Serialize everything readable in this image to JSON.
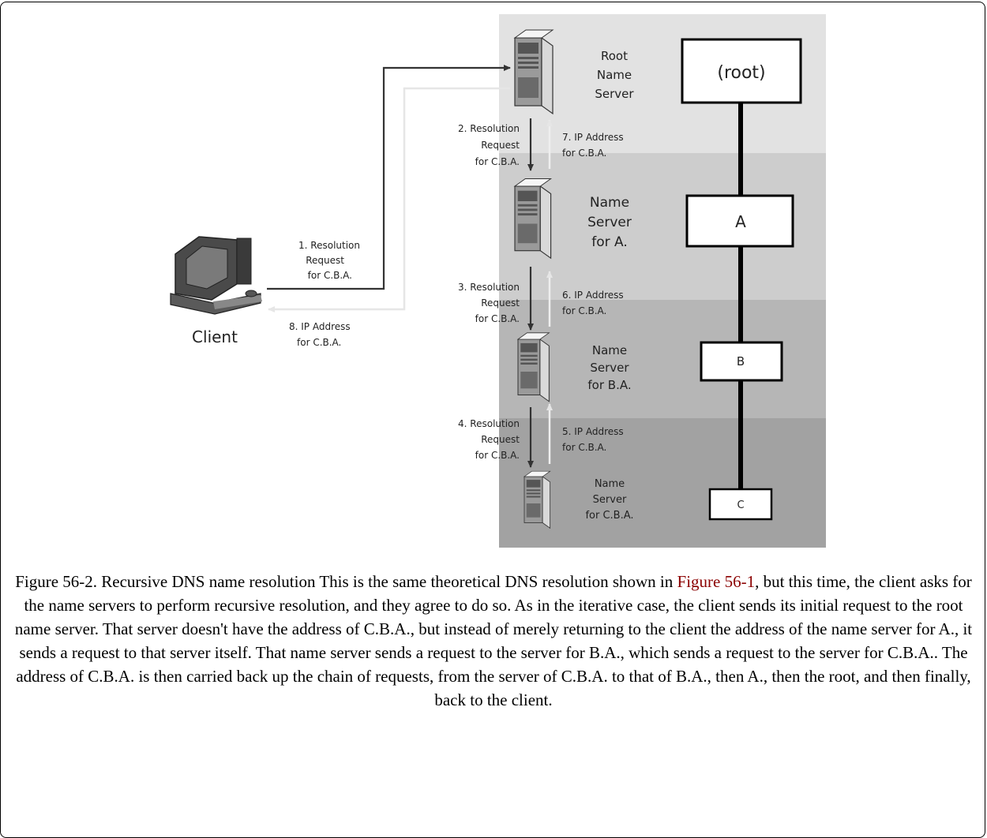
{
  "diagram": {
    "client_label": "Client",
    "root_server_label": [
      "Root",
      "Name",
      "Server"
    ],
    "server_a_label": [
      "Name",
      "Server",
      "for A."
    ],
    "server_ba_label": [
      "Name",
      "Server",
      "for B.A."
    ],
    "server_cba_label": [
      "Name",
      "Server",
      "for C.B.A."
    ],
    "step1": [
      "1. Resolution",
      "Request",
      "for C.B.A."
    ],
    "step2": [
      "2. Resolution",
      "Request",
      "for C.B.A."
    ],
    "step3": [
      "3. Resolution",
      "Request",
      "for C.B.A."
    ],
    "step4": [
      "4. Resolution",
      "Request",
      "for C.B.A."
    ],
    "step5": [
      "5. IP Address",
      "for C.B.A."
    ],
    "step6": [
      "6. IP Address",
      "for C.B.A."
    ],
    "step7": [
      "7. IP Address",
      "for C.B.A."
    ],
    "step8": [
      "8. IP Address",
      "for C.B.A."
    ],
    "tree_nodes": [
      "(root)",
      "A",
      "B",
      "C"
    ],
    "band_colors": [
      "#e2e2e2",
      "#cdcdcd",
      "#b6b6b6",
      "#a2a2a2"
    ]
  },
  "caption": {
    "part1": "Figure 56-2. Recursive DNS name resolution This is the same theoretical DNS resolution shown in ",
    "link": "Figure 56-1",
    "part2": ", but this time, the client asks for the name servers to perform recursive resolution, and they agree to do so. As in the iterative case, the client sends its initial request to the root name server. That server doesn't have the address of C.B.A., but instead of merely returning to the client the address of the name server for A., it sends a request to that server itself. That name server sends a request to the server for B.A., which sends a request to the server for C.B.A.. The address of C.B.A. is then carried back up the chain of requests, from the server of C.B.A. to that of B.A., then A., then the root, and then finally, back to the client."
  }
}
